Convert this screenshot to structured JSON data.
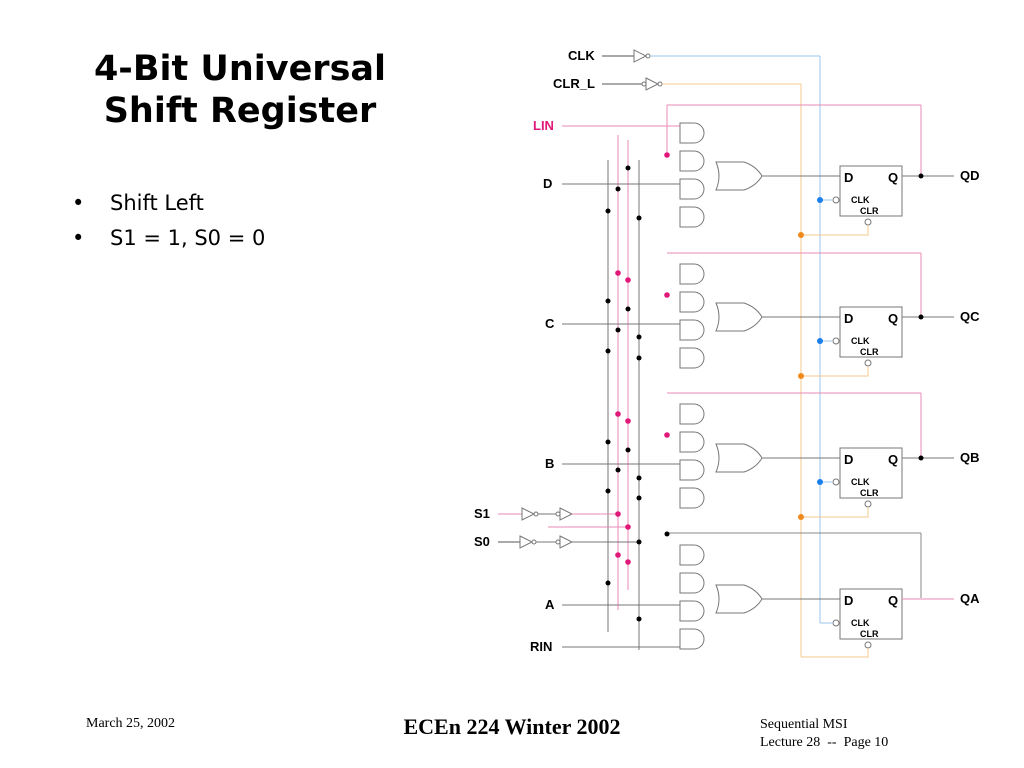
{
  "slide": {
    "title_line1": "4-Bit Universal",
    "title_line2": "Shift Register",
    "bullets": [
      {
        "marker": "•",
        "text": "Shift Left"
      },
      {
        "marker": "•",
        "text": "S1 = 1, S0 = 0"
      }
    ]
  },
  "diagram": {
    "inputs": {
      "clk": "CLK",
      "clr_l": "CLR_L",
      "lin": "LIN",
      "d": "D",
      "c": "C",
      "b": "B",
      "a": "A",
      "rin": "RIN",
      "s1": "S1",
      "s0": "S0"
    },
    "outputs": [
      "QD",
      "QC",
      "QB",
      "QA"
    ],
    "flipflop": {
      "d": "D",
      "q": "Q",
      "clk": "CLK",
      "clr": "CLR"
    },
    "colors": {
      "wire": "#555555",
      "highlight": "#e0187a",
      "highlight_wire": "#e88bb5",
      "clock": "#1a7fe8",
      "clock_wire": "#9cc4ec",
      "clear": "#f08a1c",
      "clear_wire": "#f4c98e",
      "lin_label": "#e0187a"
    }
  },
  "footer": {
    "date": "March 25, 2002",
    "course": "ECEn 224 Winter 2002",
    "topic": "Sequential MSI",
    "page": "Lecture 28  --  Page 10"
  }
}
